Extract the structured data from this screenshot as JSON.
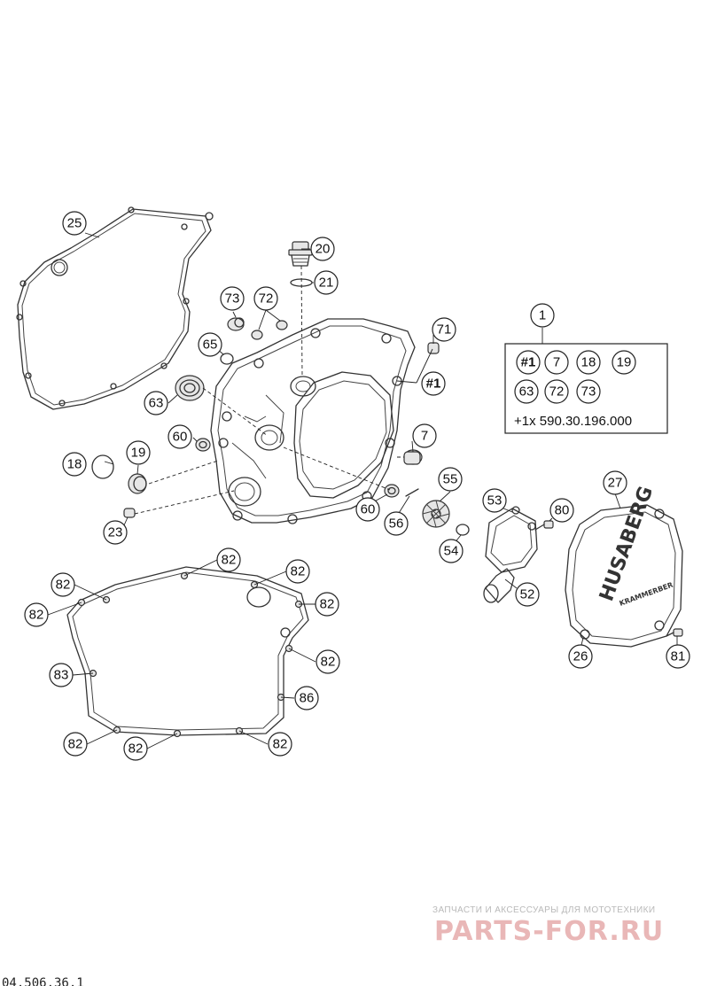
{
  "callouts": {
    "c1": "1",
    "c25": "25",
    "c20": "20",
    "c21": "21",
    "c73": "73",
    "c72": "72",
    "c71": "71",
    "c65": "65",
    "c63": "63",
    "c60a": "60",
    "c60b": "60",
    "c7": "7",
    "c18": "18",
    "c19": "19",
    "c23": "23",
    "c55": "55",
    "c56": "56",
    "c53": "53",
    "c54": "54",
    "c80": "80",
    "c52": "52",
    "c27": "27",
    "c26": "26",
    "c81": "81",
    "c83": "83",
    "c86": "86",
    "ref1": "#1",
    "c82a": "82",
    "c82b": "82",
    "c82c": "82",
    "c82d": "82",
    "c82e": "82",
    "c82f": "82",
    "c82g": "82",
    "c82h": "82"
  },
  "kit": {
    "items": [
      "#1",
      "7",
      "18",
      "19",
      "63",
      "72",
      "73"
    ],
    "extra": "+1x 590.30.196.000"
  },
  "cover": {
    "brand": "HUSABERG",
    "sub": "KRAMMERBER"
  },
  "footer": {
    "tagline": "ЗАПЧАСТИ И АКСЕССУАРЫ ДЛЯ МОТОТЕХНИКИ",
    "brand": "PARTS-FOR.RU",
    "code": "04.506.36.1"
  }
}
